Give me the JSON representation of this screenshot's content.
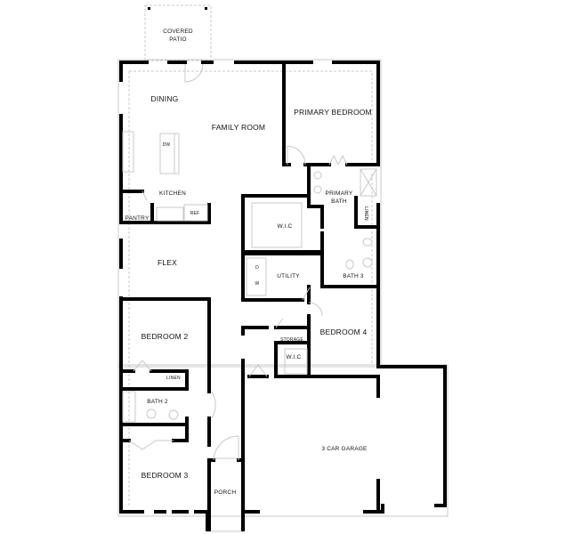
{
  "plan": {
    "rooms": {
      "covered_patio_1": "COVERED",
      "covered_patio_2": "PATIO",
      "dining": "DINING",
      "family_room": "FAMILY ROOM",
      "primary_bedroom": "PRIMARY BEDROOM",
      "kitchen": "KITCHEN",
      "pantry": "PANTRY",
      "primary_bath_1": "PRIMARY",
      "primary_bath_2": "BATH",
      "wic_primary": "W.I.C",
      "linen_primary": "LINEN",
      "flex": "FLEX",
      "utility": "UTILITY",
      "bath3": "BATH 3",
      "bedroom2": "BEDROOM 2",
      "storage": "STORAGE",
      "bedroom4": "BEDROOM 4",
      "wic_bed4": "W.I.C",
      "linen_hall": "LINEN",
      "bath2": "BATH 2",
      "garage": "3 CAR GARAGE",
      "bedroom3": "BEDROOM 3",
      "porch": "PORCH"
    },
    "fixtures": {
      "dishwasher": "DW",
      "refrigerator": "REF",
      "dryer": "D",
      "washer": "W"
    }
  }
}
